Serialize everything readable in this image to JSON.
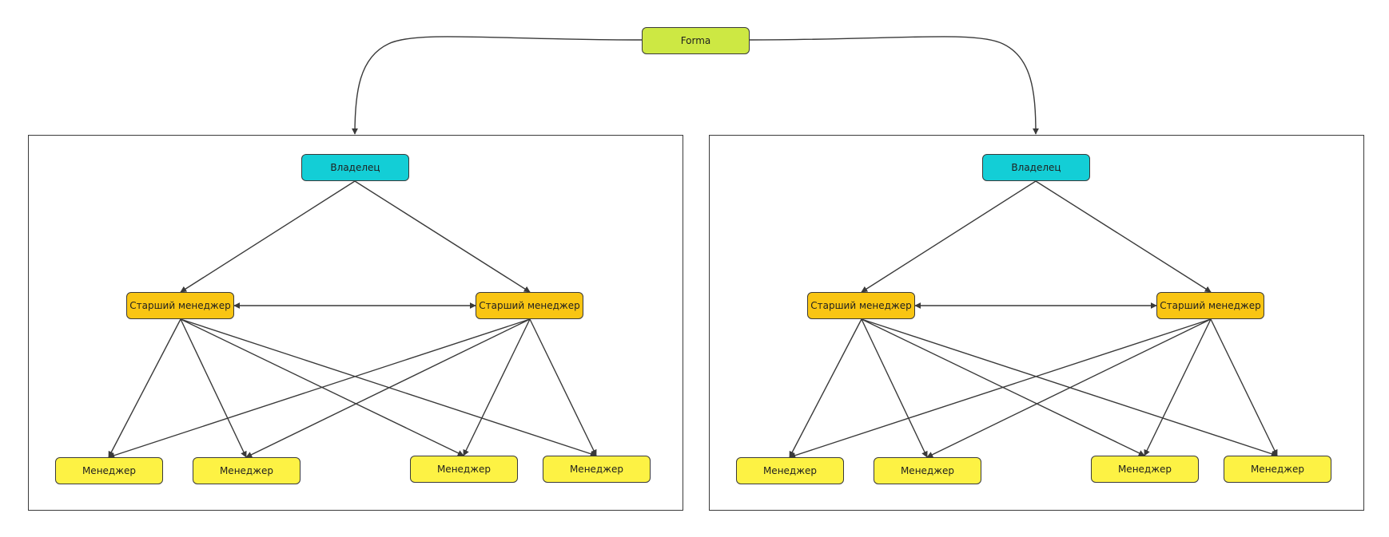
{
  "colors": {
    "top": "#cde843",
    "owner": "#13ced6",
    "senior": "#f9c513",
    "manager": "#fdf244",
    "line": "#3a3a3a"
  },
  "top_node": {
    "label": "Forma"
  },
  "panels": [
    {
      "owner": "Владелец",
      "seniors": [
        "Старший менеджер",
        "Старший менеджер"
      ],
      "managers": [
        "Менеджер",
        "Менеджер",
        "Менеджер",
        "Менеджер"
      ]
    },
    {
      "owner": "Владелец",
      "seniors": [
        "Старший менеджер",
        "Старший менеджер"
      ],
      "managers": [
        "Менеджер",
        "Менеджер",
        "Менеджер",
        "Менеджер"
      ]
    }
  ],
  "edges": [
    {
      "from": "top",
      "to": "panel-0",
      "kind": "curve"
    },
    {
      "from": "top",
      "to": "panel-1",
      "kind": "curve"
    },
    {
      "from": "owner",
      "to": "senior-0"
    },
    {
      "from": "owner",
      "to": "senior-1"
    },
    {
      "from": "senior-0",
      "to": "senior-1",
      "kind": "bidirectional"
    },
    {
      "from": "senior-0",
      "to": "manager-0"
    },
    {
      "from": "senior-0",
      "to": "manager-1"
    },
    {
      "from": "senior-0",
      "to": "manager-2"
    },
    {
      "from": "senior-0",
      "to": "manager-3"
    },
    {
      "from": "senior-1",
      "to": "manager-0"
    },
    {
      "from": "senior-1",
      "to": "manager-1"
    },
    {
      "from": "senior-1",
      "to": "manager-2"
    },
    {
      "from": "senior-1",
      "to": "manager-3"
    }
  ]
}
